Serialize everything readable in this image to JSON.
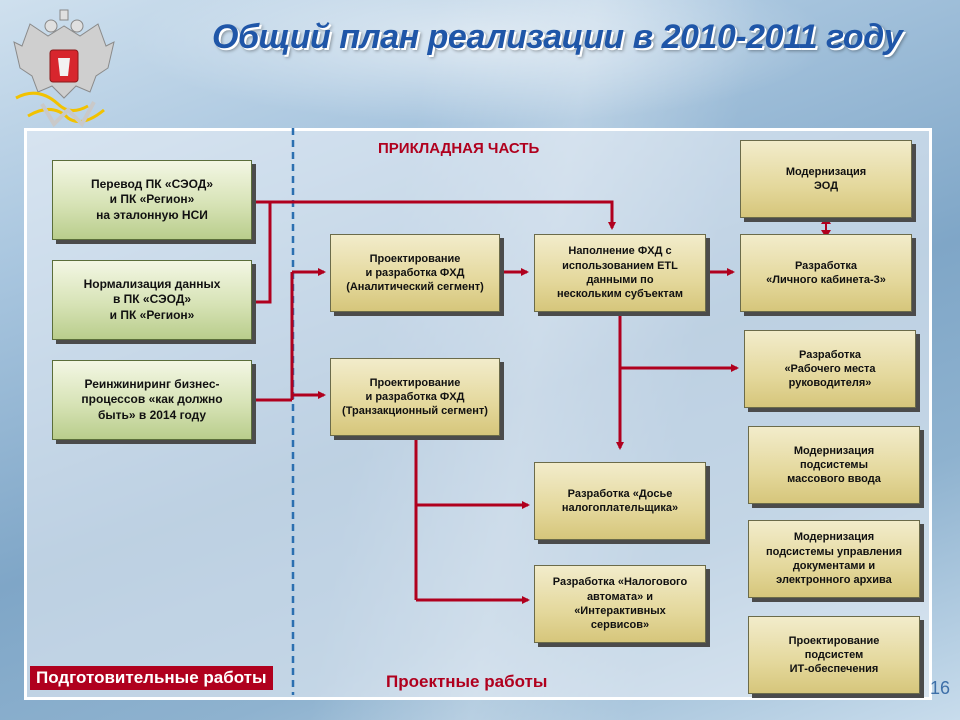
{
  "slide": {
    "title": "Общий план реализации в 2010-2011 году",
    "page_number": "16"
  },
  "labels": {
    "applied_part": "ПРИКЛАДНАЯ ЧАСТЬ",
    "preparatory_work": "Подготовительные работы",
    "project_work": "Проектные работы"
  },
  "prep_boxes": [
    "Перевод ПК «СЭОД»\nи ПК «Регион»\nна эталонную НСИ",
    "Нормализация данных\nв ПК «СЭОД»\nи ПК «Регион»",
    "Реинжиниринг бизнес-\nпроцессов «как должно\nбыть» в 2014 году"
  ],
  "project_boxes": {
    "fxd_analytic": "Проектирование\nи разработка ФХД\n(Аналитический сегмент)",
    "fxd_transact": "Проектирование\nи разработка ФХД\n(Транзакционный сегмент)",
    "fxd_fill": "Наполнение ФХД с\nиспользованием ETL\nданными по\nнескольким субъектам",
    "dossier": "Разработка «Досье\nналогоплательщика»",
    "tax_automat": "Разработка «Налогового\nавтомата» и\n«Интерактивных\nсервисов»",
    "eod": "Модернизация\nЭОД",
    "cabinet": "Разработка\n«Личного кабинета-3»",
    "manager_ws": "Разработка\n«Рабочего места\nруководителя»",
    "mass_input": "Модернизация\nподсистемы\nмассового ввода",
    "doc_archive": "Модернизация\nподсистемы управления\nдокументами и\nэлектронного архива",
    "it_support": "Проектирование\nподсистем\nИТ-обеспечения"
  },
  "colors": {
    "title": "#1f56a8",
    "arrow": "#b0001e",
    "divider": "#2b6fb0",
    "green_box": "#d7e3b6",
    "tan_box": "#e4d89c"
  }
}
